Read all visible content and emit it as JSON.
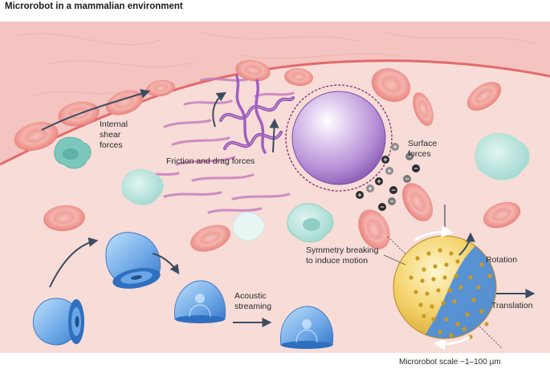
{
  "title": "Microrobot in a mammalian environment",
  "labels": {
    "internal_shear": [
      "Internal",
      "shear",
      "forces"
    ],
    "friction_drag": "Friction and drag forces",
    "surface_forces": [
      "Surface",
      "forces"
    ],
    "symmetry_breaking": [
      "Symmetry breaking",
      "to induce motion"
    ],
    "rotation": "Rotation",
    "acoustic_streaming": [
      "Acoustic",
      "streaming"
    ],
    "translation": "Translation",
    "scale": "Microrobot scale ~1–100 µm"
  },
  "charges": [
    "+",
    "+",
    "+",
    "+",
    "+",
    "+",
    "−",
    "−",
    "−",
    "−",
    "−",
    "−"
  ],
  "colors": {
    "tissue": "#f6d6d3",
    "vessel_wall": "#e36a6a",
    "red_cell": "#ec948f",
    "microrobot_sphere": "#c7a8de",
    "janus_gold": "#f3d26a",
    "janus_blue": "#4f8ed8",
    "immune_cell": "#9fd8cf",
    "arrow": "#3c4d62"
  }
}
